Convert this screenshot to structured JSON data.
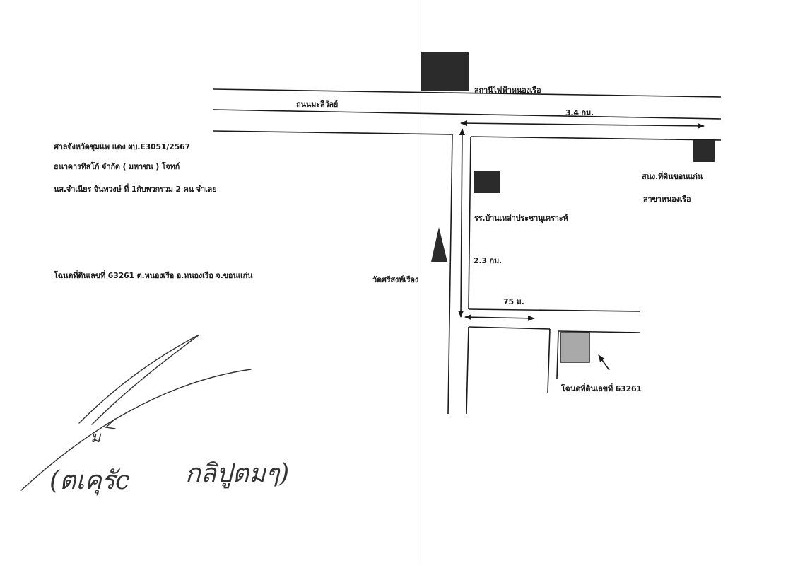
{
  "case_info": {
    "court_line": "ศาลจังหวัดชุมแพ แดง ผบ.E3051/2567",
    "plaintiff_line": "ธนาคารทิสโก้ จำกัด ( มหาชน )  โจทก์",
    "defendant_line": "นส.จำเนียร จันทวงษ์ ที่ 1กับพวกรวม 2 คน จำเลย",
    "deed_line": "โฉนดที่ดินเลขที่ 63261 ต.หนองเรือ อ.หนองเรือ จ.ขอนแก่น"
  },
  "map": {
    "road_name": "ถนนมะลิวัลย์",
    "power_station": "สถานีไฟฟ้าหนองเรือ",
    "distance_main": "3.4 กม.",
    "land_office_line1": "สนง.ที่ดินขอนแก่น",
    "land_office_line2": "สาขาหนองเรือ",
    "school": "รร.บ้านเหล่าประชานุเคราะห์",
    "distance_side": "2.3 กม.",
    "temple": "วัดศรีสงห์เรือง",
    "distance_short": "75 ม.",
    "target_label": "โฉนดที่ดินเลขที่ 63261"
  },
  "signature": {
    "top_mark": "ม",
    "name_left": "(ตเคุรัc",
    "name_right": "กลิปูตมๆ)"
  },
  "colors": {
    "landmark": "#2b2b2b",
    "target_parcel": "#a9a9a9",
    "road_line": "#1a1a1a",
    "signature_ink": "#333333"
  }
}
